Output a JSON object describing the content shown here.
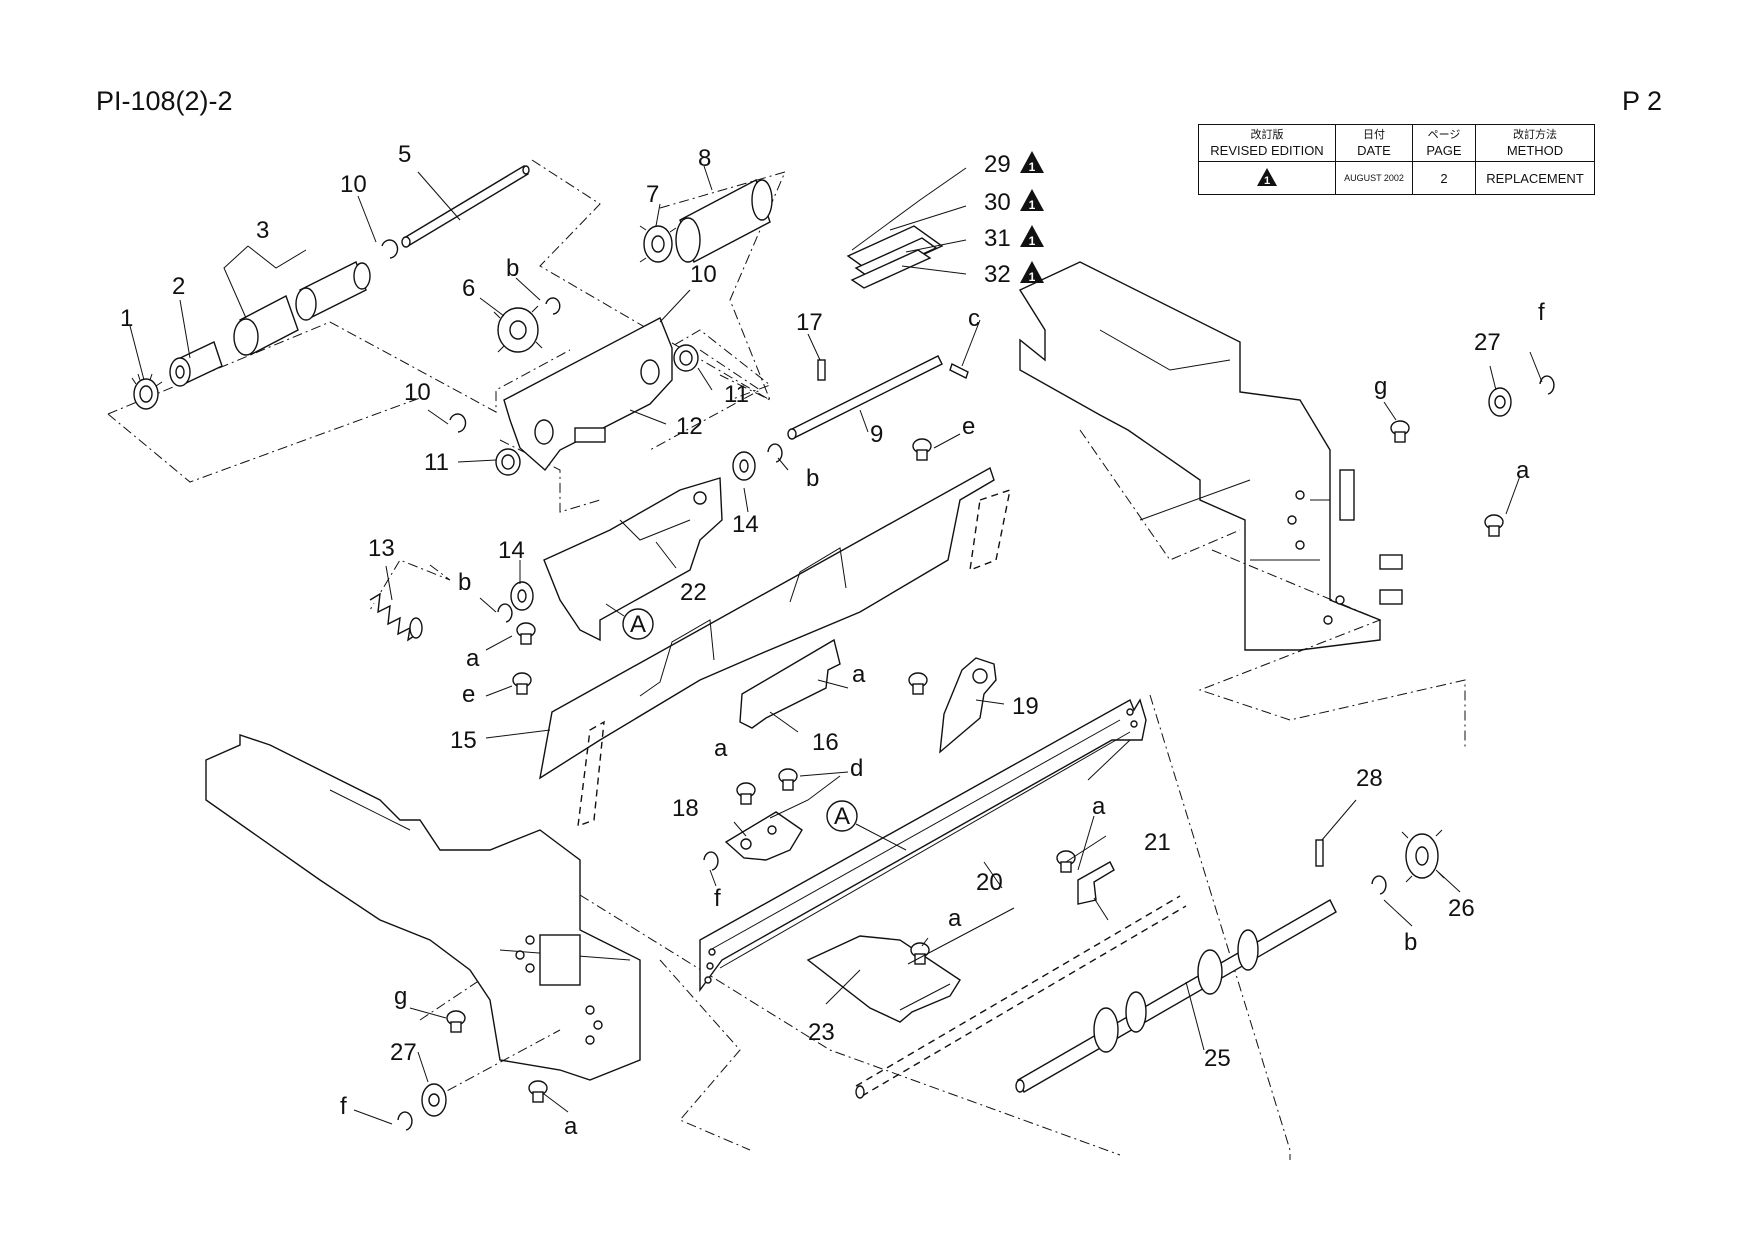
{
  "header": {
    "title": "PI-108(2)-2",
    "page": "P 2"
  },
  "revision_table": {
    "headers": [
      {
        "jp": "改訂版",
        "en": "REVISED EDITION"
      },
      {
        "jp": "日付",
        "en": "DATE"
      },
      {
        "jp": "ページ",
        "en": "PAGE"
      },
      {
        "jp": "改訂方法",
        "en": "METHOD"
      }
    ],
    "row": {
      "edition": "1",
      "date": "AUGUST 2002",
      "page": "2",
      "method": "REPLACEMENT"
    }
  },
  "callouts": {
    "n1": "1",
    "n2": "2",
    "n3": "3",
    "n5": "5",
    "n6": "6",
    "n7": "7",
    "n8": "8",
    "n9": "9",
    "n10": "10",
    "n11": "11",
    "n12": "12",
    "n13": "13",
    "n14": "14",
    "n15": "15",
    "n16": "16",
    "n17": "17",
    "n18": "18",
    "n19": "19",
    "n20": "20",
    "n21": "21",
    "n22": "22",
    "n23": "23",
    "n25": "25",
    "n26": "26",
    "n27": "27",
    "n28": "28",
    "n29": "29",
    "n30": "30",
    "n31": "31",
    "n32": "32",
    "a": "a",
    "b": "b",
    "c": "c",
    "d": "d",
    "e": "e",
    "f": "f",
    "g": "g",
    "A": "A",
    "rev_mark": "1"
  }
}
